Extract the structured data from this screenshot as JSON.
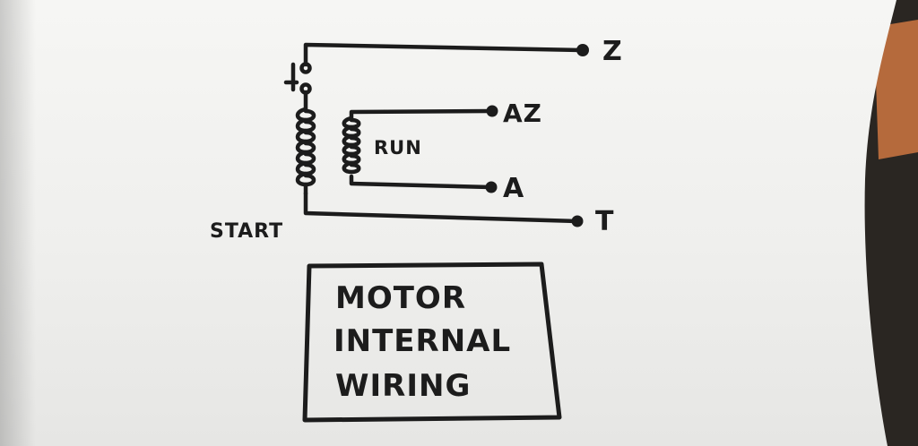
{
  "diagram": {
    "terminals": {
      "z": "Z",
      "az": "AZ",
      "a": "A",
      "t": "T"
    },
    "windings": {
      "run": "RUN",
      "start": "START"
    },
    "title_box": {
      "line1": "MOTOR",
      "line2": "INTERNAL",
      "line3": "WIRING"
    }
  },
  "colors": {
    "ink": "#1c1c1c",
    "paper": "#f3f3f1",
    "background": "#2a2622",
    "wood": "#b56a3c"
  }
}
